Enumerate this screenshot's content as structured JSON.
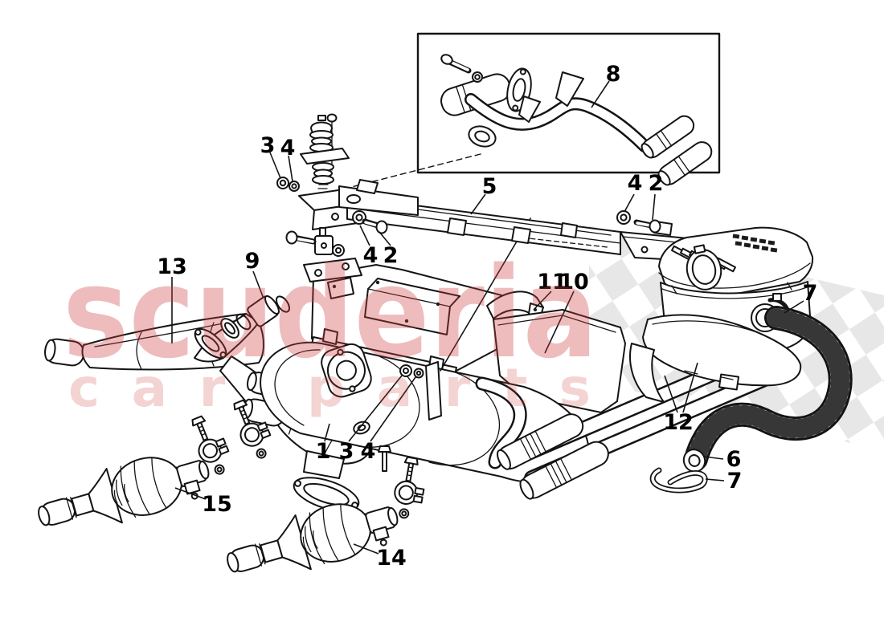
{
  "diagram": {
    "description": "Exploded exhaust-system parts diagram",
    "watermark": {
      "word1": "scuderia",
      "word2": "car parts",
      "text_color": "#cf3d3d",
      "checker_color": "#e7e7e7"
    },
    "callouts": {
      "n1": "1",
      "n2": "2",
      "n3": "3",
      "n4": "4",
      "n5": "5",
      "n6": "6",
      "n7": "7",
      "n8": "8",
      "n9": "9",
      "n10": "10",
      "n11": "11",
      "n12": "12",
      "n13": "13",
      "n14": "14",
      "n15": "15"
    }
  }
}
